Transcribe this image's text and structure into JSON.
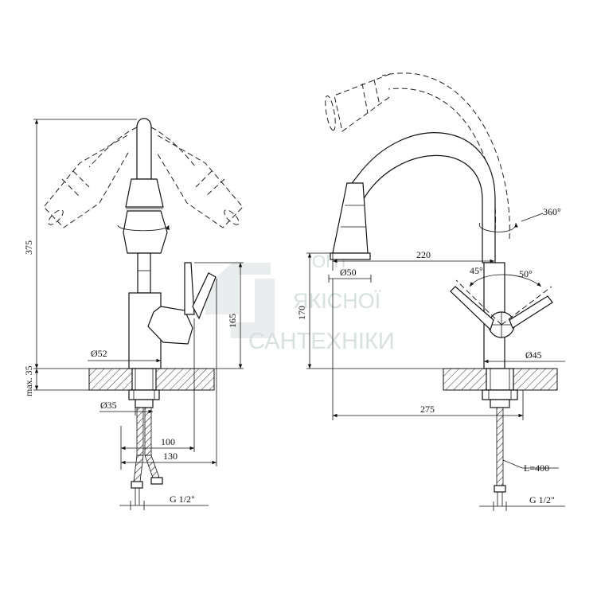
{
  "watermark": {
    "line1": "ОПТ",
    "line2": "ЯКІСНОЇ",
    "line3": "САНТЕХНІКИ",
    "color": "#d9e0e0"
  },
  "left_view": {
    "dim_height": "375",
    "dim_mount": "max. 35",
    "dim_body_height": "165",
    "dim_base_diameter": "Ø52",
    "dim_thread_diameter": "Ø35",
    "dim_depth_1": "100",
    "dim_depth_2": "130",
    "dim_thread": "G 1/2\""
  },
  "right_view": {
    "dim_rotation": "360°",
    "dim_reach": "220",
    "dim_spout_diameter": "Ø50",
    "dim_angle_left": "45°",
    "dim_angle_right": "50°",
    "dim_spout_height": "170",
    "dim_body_diameter": "Ø45",
    "dim_total_length": "275",
    "dim_hose_length": "L=400",
    "dim_thread": "G 1/2\""
  },
  "colors": {
    "line": "#111111",
    "hatch": "#333333",
    "background": "#ffffff"
  }
}
